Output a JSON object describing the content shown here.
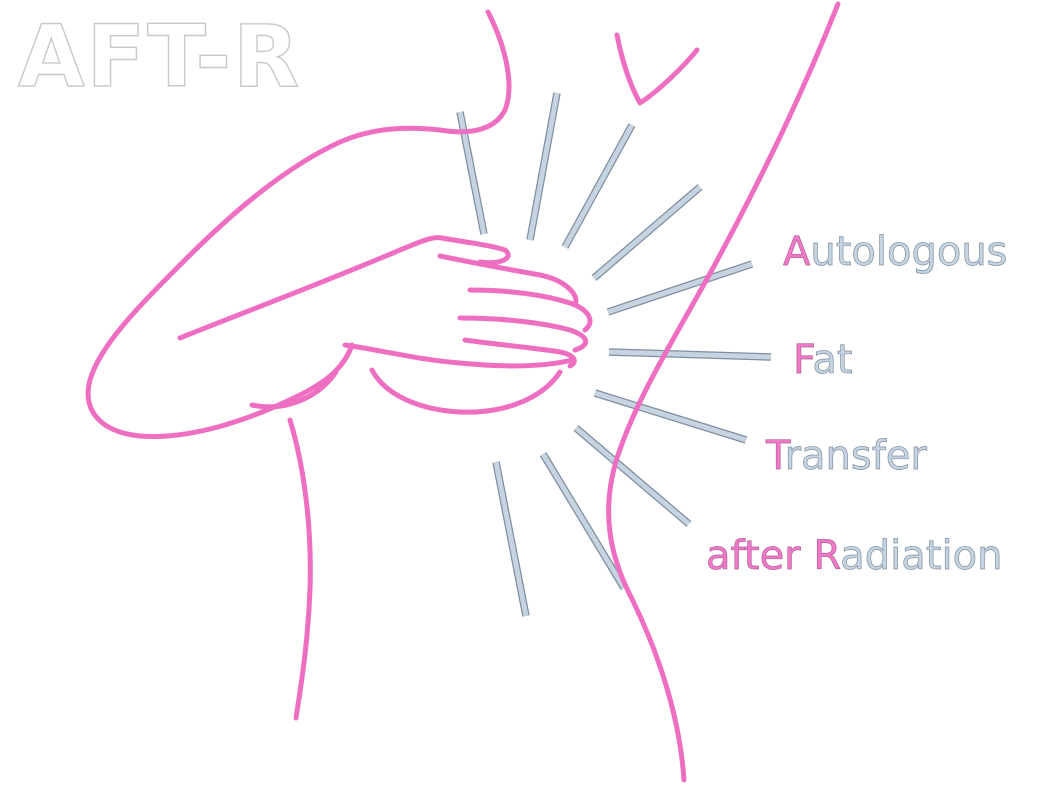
{
  "logo": {
    "text": "AFT-R"
  },
  "acronym_lines": [
    {
      "initial": "A",
      "rest": "utologous"
    },
    {
      "initial": "F",
      "rest": "at"
    },
    {
      "initial": "T",
      "rest": "ransfer"
    },
    {
      "lead": "after ",
      "initial": "R",
      "rest": "adiation"
    }
  ],
  "colors": {
    "pink": "#f07ac7",
    "ray_fill": "#c5d4e0",
    "outline": "#7f8fa0",
    "logo_outline": "#c9c9c9"
  }
}
